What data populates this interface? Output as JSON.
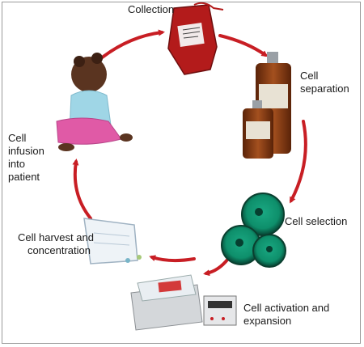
{
  "steps": {
    "collection": "Collection",
    "separation": [
      "Cell",
      "separation"
    ],
    "selection": "Cell selection",
    "activation": [
      "Cell activation and",
      "expansion"
    ],
    "harvest": [
      "Cell harvest and",
      "concentration"
    ],
    "infusion": [
      "Cell",
      "infusion",
      "into",
      "patient"
    ]
  },
  "colors": {
    "arrow": "#c81e24",
    "blood": "#b31b1b",
    "bottle": "#8a3a14",
    "cell": "#0e8f6b",
    "skin": "#5a3420",
    "shirt": "#9fd6e6",
    "pants": "#e05aa6"
  }
}
